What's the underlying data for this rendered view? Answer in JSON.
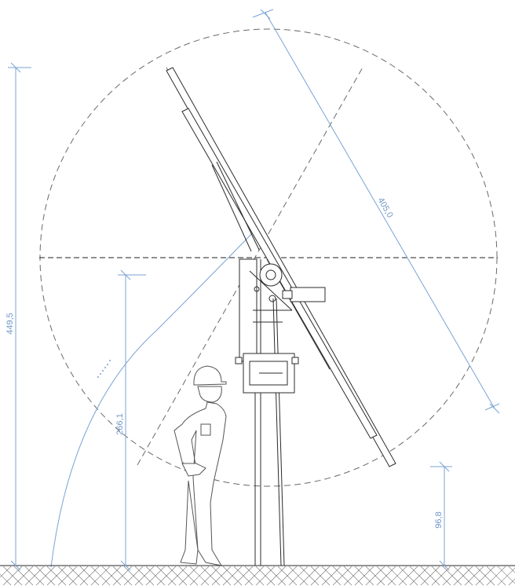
{
  "dimensions": {
    "overall_height": "449,5",
    "pivot_height": "266,1",
    "panel_length": "405,0",
    "ground_clearance": "96,8"
  },
  "colors": {
    "dimension_line": "#7aa3d4",
    "dimension_text": "#6f97c7",
    "construction_line": "#6a6a6a",
    "drawing_line": "#2b2b2b",
    "background": "#ffffff"
  },
  "icons": {
    "person": "person-icon",
    "ground": "ground-hatch-icon"
  }
}
